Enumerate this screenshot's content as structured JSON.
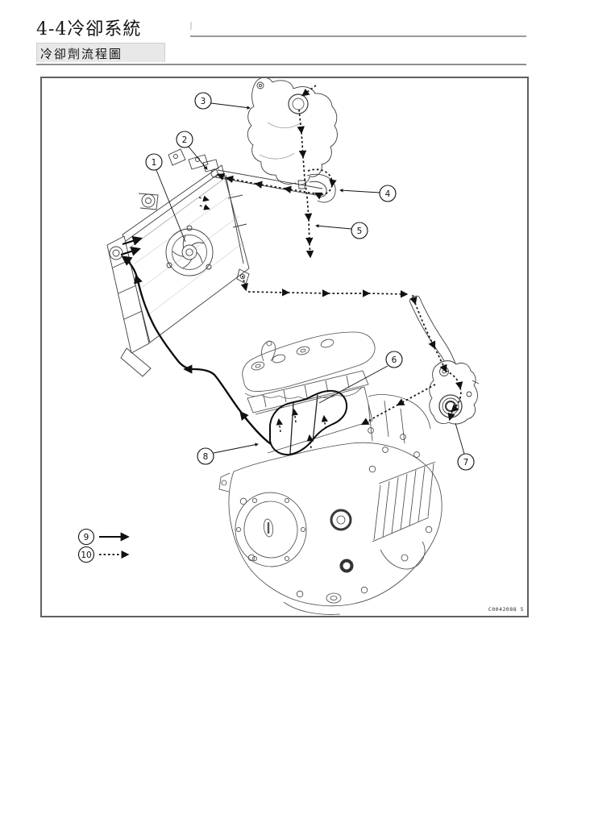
{
  "header": {
    "section_title": "4-4冷卻系統",
    "subtitle": "冷卻劑流程圖"
  },
  "diagram": {
    "callout_labels": [
      "1",
      "2",
      "3",
      "4",
      "5",
      "6",
      "7",
      "8"
    ],
    "legend": [
      {
        "label": "9",
        "line_style": "solid"
      },
      {
        "label": "10",
        "line_style": "dashed"
      }
    ],
    "figure_code": "C0042088  5"
  },
  "colors": {
    "flow_line": "#161616",
    "part_line": "#3d3d3d",
    "engine_line": "#4d4d4d",
    "subtitle_bg": "#e8e8e8",
    "frame_border": "#606060"
  }
}
